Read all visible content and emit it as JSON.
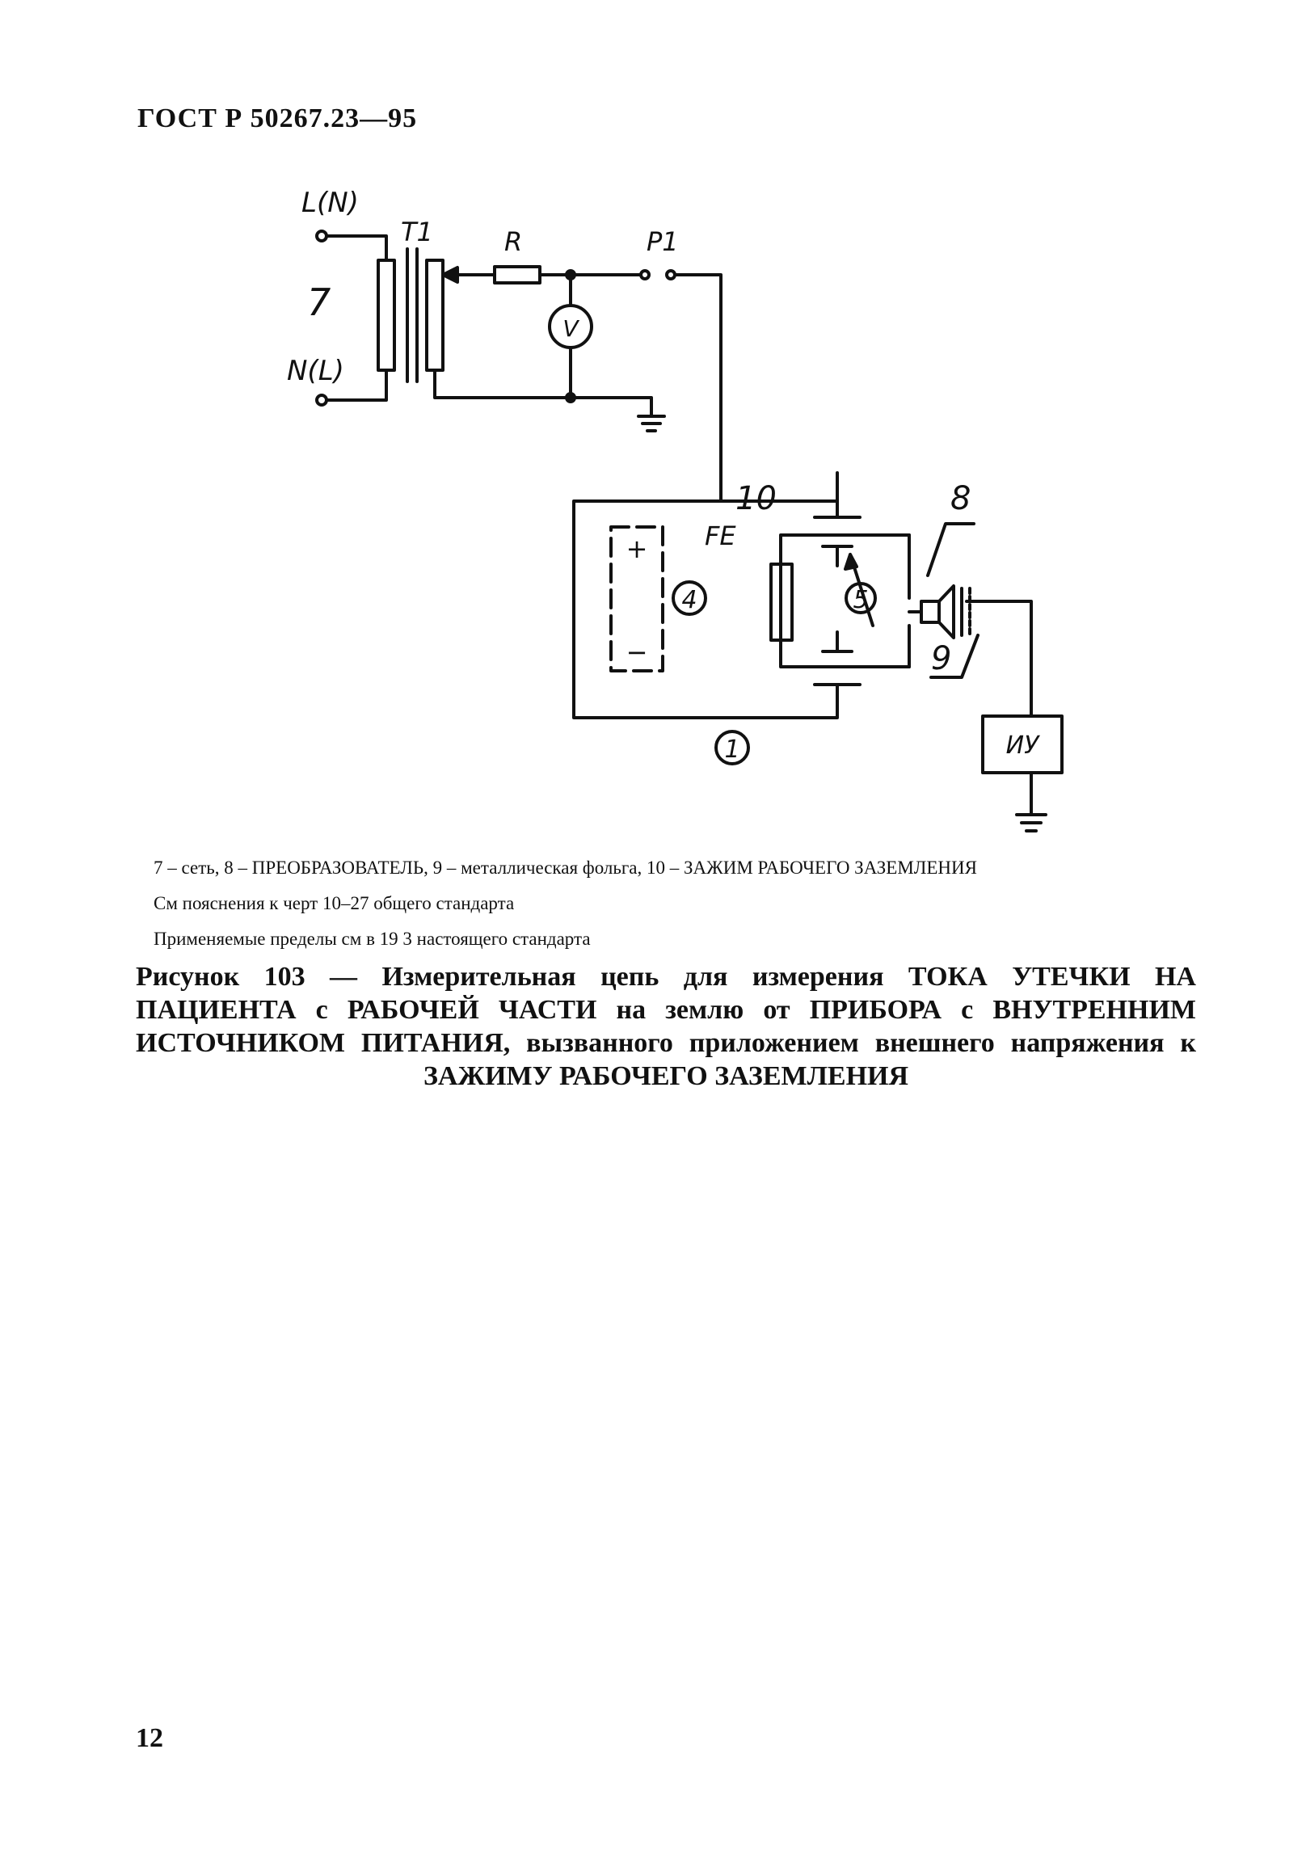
{
  "header": {
    "doc_code": "ГОСТ Р 50267.23—95"
  },
  "diagram": {
    "labels": {
      "l_n": "L(N)",
      "n_l": "N(L)",
      "t1": "T1",
      "r": "R",
      "p1": "P1",
      "v": "V",
      "num7": "7",
      "num10": "10",
      "fe": "FE",
      "num8": "8",
      "num9": "9",
      "num1": "1",
      "num4": "4",
      "num5": "5",
      "plus": "+",
      "minus": "−",
      "iu": "ИУ"
    }
  },
  "legend": {
    "line1": "7 – сеть, 8 – ПРЕОБРАЗОВАТЕЛЬ, 9 – металлическая фольга, 10 – ЗАЖИМ РАБОЧЕГО ЗАЗЕМЛЕНИЯ",
    "line2": "См пояснения к черт 10–27 общего стандарта",
    "line3": "Применяемые пределы см в 19 3 настоящего стандарта"
  },
  "caption": {
    "text": "Рисунок 103 — Измерительная цепь для измерения ТОКА УТЕЧКИ НА ПАЦИЕНТА с РАБОЧЕЙ ЧАСТИ на землю от ПРИБОРА с ВНУТРЕННИМ ИСТОЧНИКОМ ПИТАНИЯ, вызванного приложением внешнего напряжения к ЗАЖИМУ РАБОЧЕГО ЗАЗЕМЛЕНИЯ"
  },
  "page": {
    "number": "12"
  }
}
